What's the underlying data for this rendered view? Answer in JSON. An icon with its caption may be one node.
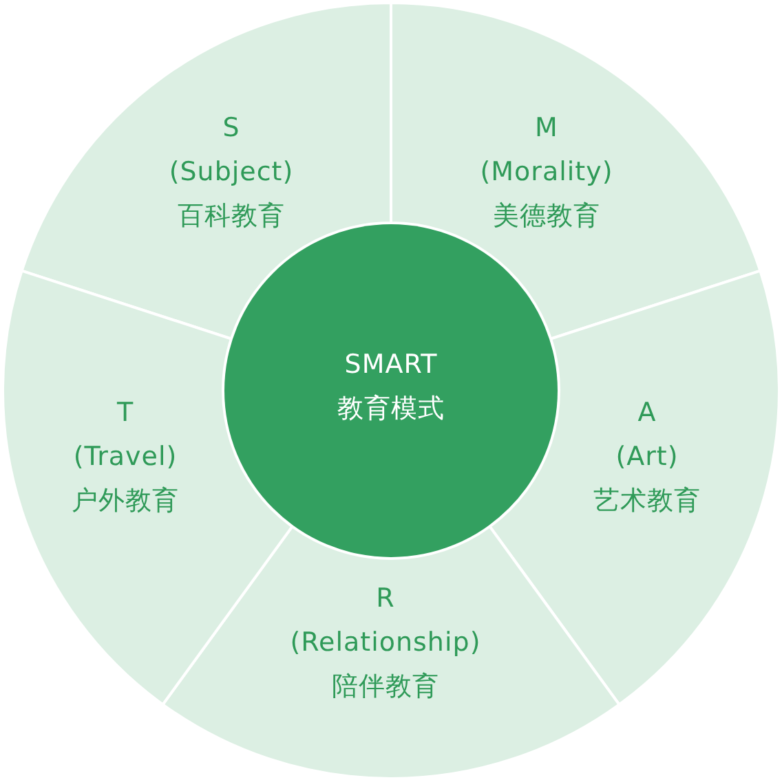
{
  "diagram": {
    "nodes": [
      {
        "text": [
          "SMART",
          "教育模式"
        ]
      },
      {
        "text": [
          "S",
          "(Subject)",
          "百科教育"
        ]
      },
      {
        "text": [
          "M",
          "(Morality)",
          "美德教育"
        ]
      },
      {
        "text": [
          "A",
          "(Art)",
          "艺术教育"
        ]
      },
      {
        "text": [
          "R",
          "(Relationship)",
          "陪伴教育"
        ]
      },
      {
        "text": [
          "T",
          "(Travel)",
          "户外教育"
        ]
      }
    ]
  }
}
